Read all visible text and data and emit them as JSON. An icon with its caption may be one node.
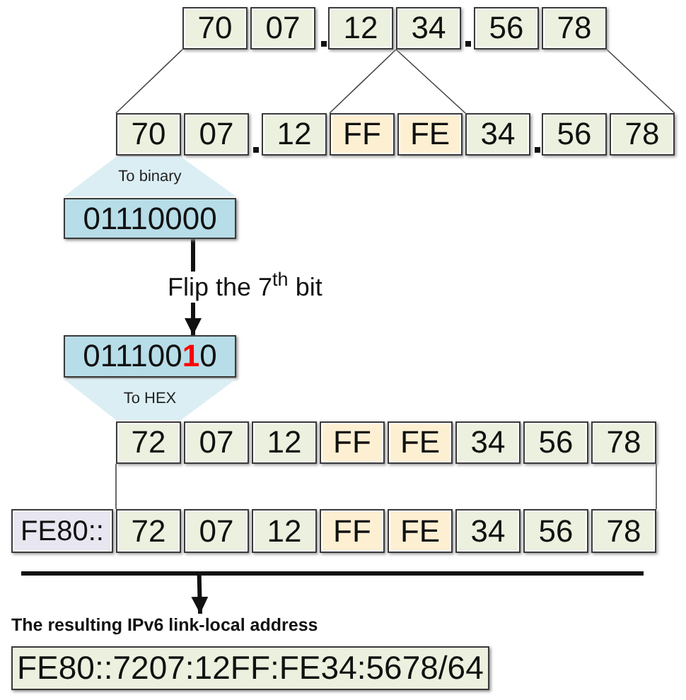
{
  "diagram": {
    "nodes": [
      {
        "text": [
          "70"
        ]
      },
      {
        "text": [
          "07"
        ]
      },
      {
        "text": [
          "12"
        ]
      },
      {
        "text": [
          "34"
        ]
      },
      {
        "text": [
          "56"
        ]
      },
      {
        "text": [
          "78"
        ]
      },
      {
        "text": [
          "70"
        ]
      },
      {
        "text": [
          "07"
        ]
      },
      {
        "text": [
          "12"
        ]
      },
      {
        "text": [
          "FF"
        ]
      },
      {
        "text": [
          "FE"
        ]
      },
      {
        "text": [
          "34"
        ]
      },
      {
        "text": [
          "56"
        ]
      },
      {
        "text": [
          "78"
        ]
      },
      {
        "text": [
          "To binary"
        ]
      },
      {
        "text": [
          "01110000"
        ]
      },
      {
        "text": [
          "011100**1**0"
        ]
      },
      {
        "text": [
          "To HEX"
        ]
      },
      {
        "text": [
          "72"
        ]
      },
      {
        "text": [
          "07"
        ]
      },
      {
        "text": [
          "12"
        ]
      },
      {
        "text": [
          "FF"
        ]
      },
      {
        "text": [
          "FE"
        ]
      },
      {
        "text": [
          "34"
        ]
      },
      {
        "text": [
          "56"
        ]
      },
      {
        "text": [
          "78"
        ]
      },
      {
        "text": [
          "FE80::"
        ]
      },
      {
        "text": [
          "72"
        ]
      },
      {
        "text": [
          "07"
        ]
      },
      {
        "text": [
          "12"
        ]
      },
      {
        "text": [
          "FF"
        ]
      },
      {
        "text": [
          "FE"
        ]
      },
      {
        "text": [
          "34"
        ]
      },
      {
        "text": [
          "56"
        ]
      },
      {
        "text": [
          "78"
        ]
      },
      {
        "text": [],
        "shape": "bar"
      },
      {
        "text": [
          "The resulting IPv6 link-local address",
          "FE80::7207:12FF:FE34:5678/64"
        ]
      }
    ],
    "edges": [
      {
        "from": 0,
        "to": 6,
        "arrow": "none"
      },
      {
        "from": 3,
        "to": 9,
        "arrow": "none"
      },
      {
        "from": 3,
        "to": 11,
        "arrow": "none"
      },
      {
        "from": 5,
        "to": 13,
        "arrow": "none"
      },
      {
        "from": 15,
        "to": 16,
        "arrow": "to",
        "label": "Flip the 7$^{th}$ bit",
        "style": "thick"
      },
      {
        "from": 18,
        "to": 27,
        "arrow": "none"
      },
      {
        "from": 25,
        "to": 34,
        "arrow": "none"
      },
      {
        "from": 35,
        "to": 36,
        "arrow": "to",
        "style": "thick"
      }
    ]
  }
}
